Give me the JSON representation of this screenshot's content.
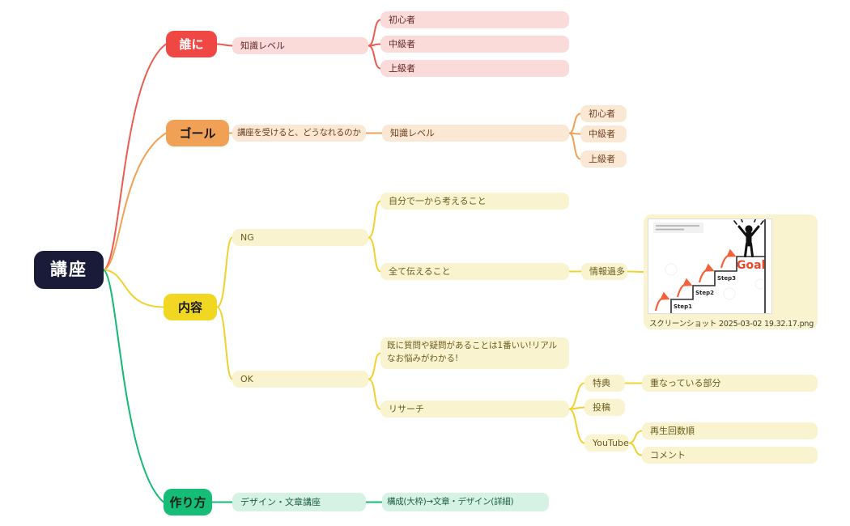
{
  "root": {
    "label": "講座"
  },
  "nodes": {
    "who": "誰に",
    "who_level": "知識レベル",
    "who_beginner": "初心者",
    "who_intermediate": "中級者",
    "who_advanced": "上級者",
    "goal": "ゴール",
    "goal_outcome": "講座を受けると、どうなれるのか",
    "goal_level": "知識レベル",
    "goal_beginner": "初心者",
    "goal_intermediate": "中級者",
    "goal_advanced": "上級者",
    "content": "内容",
    "ng": "NG",
    "ng_think": "自分で一から考えること",
    "ng_tell_all": "全て伝えること",
    "info_overload": "情報過多",
    "ok": "OK",
    "ok_questions": "既に質問や疑問があることは1番いい!リアルなお悩みがわかる!",
    "research": "リサーチ",
    "tokuten": "特典",
    "overlap": "重なっている部分",
    "post": "投稿",
    "youtube": "YouTube",
    "views": "再生回数順",
    "comments": "コメント",
    "howto": "作り方",
    "design_course": "デザイン・文章講座",
    "structure": "構成(大枠)→文章・デザイン(詳細)"
  },
  "image_card": {
    "caption": "スクリーンショット 2025-03-02 19.32.17.png",
    "illustration": {
      "step1": "Step1",
      "step2": "Step2",
      "step3": "Step3",
      "goal": "Goal"
    }
  },
  "colors": {
    "root_bg": "#1A1B38",
    "branch_who": "#EF4743",
    "branch_who_tint": "#FBDADA",
    "branch_goal": "#F0A155",
    "branch_goal_tint": "#FAE8D5",
    "branch_content": "#F2D722",
    "branch_content_tint": "#FAF3CF",
    "branch_howto": "#16BD76",
    "branch_howto_tint": "#D6F2E4",
    "illustration_goal_text": "#E8482B",
    "illustration_arrow": "#F2613B"
  }
}
